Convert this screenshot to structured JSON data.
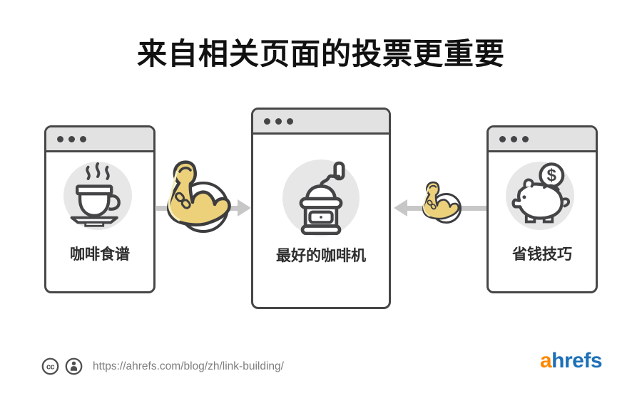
{
  "title": "来自相关页面的投票更重要",
  "windows": [
    {
      "label": "咖啡食谱",
      "icon": "coffee-cup-icon"
    },
    {
      "label": "最好的咖啡机",
      "icon": "coffee-grinder-icon"
    },
    {
      "label": "省钱技巧",
      "icon": "piggy-bank-icon",
      "coin_symbol": "$"
    }
  ],
  "links": [
    {
      "direction": "left-window-to-center-window",
      "strength": "strong",
      "icon": "flexed-bicep-chain-link-icon"
    },
    {
      "direction": "right-window-to-center-window",
      "strength": "weak",
      "icon": "flexed-bicep-chain-link-icon"
    }
  ],
  "footer": {
    "license": {
      "cc_label": "cc",
      "icons": [
        "creative-commons-icon",
        "attribution-icon"
      ]
    },
    "url": "https://ahrefs.com/blog/zh/link-building/",
    "logo": {
      "first_letter": "a",
      "rest": "hrefs"
    }
  },
  "colors": {
    "outline_dark": "#3d3d40",
    "window_border": "#474747",
    "titlebar_gray": "#e2e2e2",
    "icon_circle_gray": "#e7e7e7",
    "arrow_gray": "#c7c7c7",
    "muscle_yellow": "#ecd17a",
    "muscle_highlight": "#f6eebe",
    "logo_orange": "#ff8800",
    "logo_blue": "#1d70b7",
    "url_gray": "#7e7e7e",
    "title_black": "#111111"
  }
}
